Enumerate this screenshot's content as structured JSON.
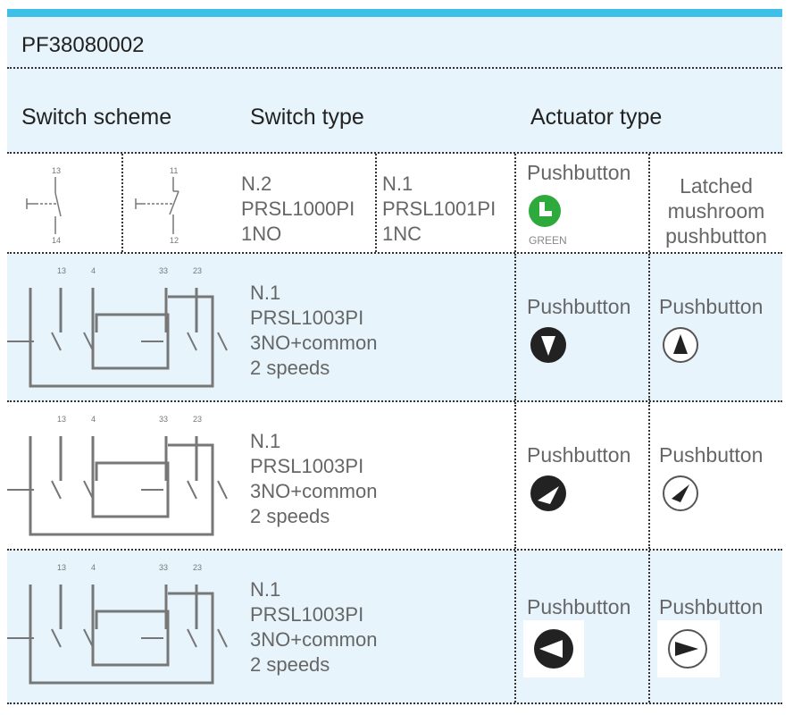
{
  "title": "PF38080002",
  "headers": {
    "switch_scheme": "Switch scheme",
    "switch_type": "Switch type",
    "actuator_type": "Actuator type"
  },
  "row1": {
    "type_a": [
      "N.2",
      "PRSL1000PI",
      "1NO"
    ],
    "type_b": [
      "N.1",
      "PRSL1001PI",
      "1NC"
    ],
    "actuator1": "Pushbutton",
    "actuator1_color": "GREEN",
    "actuator2": [
      "Latched",
      "mushroom",
      "pushbutton"
    ],
    "scheme1_labels": [
      "13",
      "14"
    ],
    "scheme2_labels": [
      "11",
      "12"
    ]
  },
  "rows": [
    {
      "type": [
        "N.1",
        "PRSL1003PI",
        "3NO+common",
        "2 speeds"
      ],
      "act1": "Pushbutton",
      "act2": "Pushbutton",
      "labels": [
        "13",
        "4",
        "33",
        "23"
      ],
      "icon1": "arrow-down-icon",
      "icon2": "arrow-up-icon"
    },
    {
      "type": [
        "N.1",
        "PRSL1003PI",
        "3NO+common",
        "2 speeds"
      ],
      "act1": "Pushbutton",
      "act2": "Pushbutton",
      "labels": [
        "13",
        "4",
        "33",
        "23"
      ],
      "icon1": "arrow-diagonal-up-right-icon",
      "icon2": "arrow-diagonal-down-left-icon"
    },
    {
      "type": [
        "N.1",
        "PRSL1003PI",
        "3NO+common",
        "2 speeds"
      ],
      "act1": "Pushbutton",
      "act2": "Pushbutton",
      "labels": [
        "13",
        "4",
        "33",
        "23"
      ],
      "icon1": "arrow-left-icon",
      "icon2": "arrow-right-icon"
    }
  ],
  "colors": {
    "accent": "#3fc0e8",
    "header_bg": "#e7f4fb",
    "green": "#2eaa3c"
  }
}
